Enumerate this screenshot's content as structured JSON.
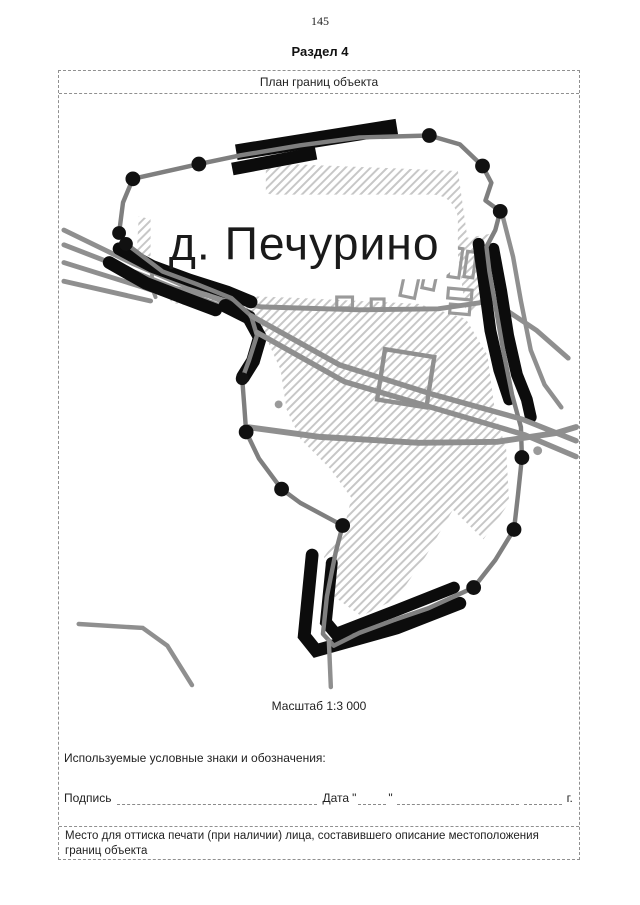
{
  "page": {
    "number": "145",
    "section_title": "Раздел 4"
  },
  "plan": {
    "header": "План границ объекта",
    "map_label": "д. Печурино",
    "scale": "Масштаб 1:3 000"
  },
  "legend": {
    "text": "Используемые условные знаки и обозначения:"
  },
  "signature": {
    "label": "Подпись",
    "date_label": "Дата",
    "quote": "\"",
    "year_suffix": "г."
  },
  "stamp": {
    "note": "Место для оттиска печати (при наличии) лица, составившего описание местоположения границ объекта"
  },
  "colors": {
    "boundary_line": "#7f7f7f",
    "boundary_band": "#0c0c0c",
    "vertex_dot": "#111111",
    "road": "#8f8f8f",
    "hatch": "#c7c7c7",
    "border": "#909090"
  }
}
